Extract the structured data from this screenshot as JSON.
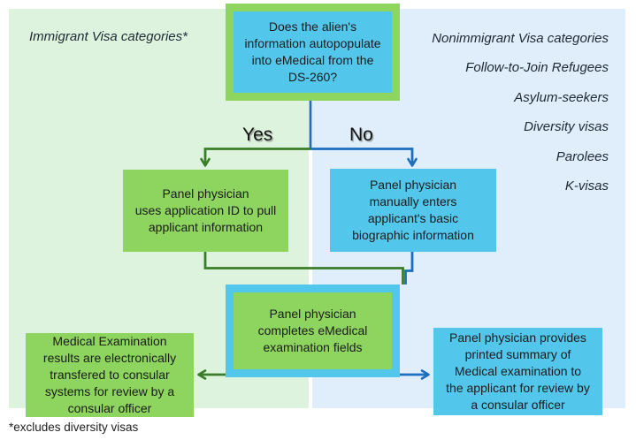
{
  "colors": {
    "panel_green_bg": "#DDF3DE",
    "panel_blue_bg": "#DFEEFA",
    "box_green": "#8DD55E",
    "box_blue": "#53C6EC",
    "line_green": "#3A7D28",
    "line_blue": "#1B6FBE",
    "text": "#1b1b1b"
  },
  "left_panel": {
    "label": "Immigrant Visa categories*"
  },
  "right_panel": {
    "items": [
      "Nonimmigrant Visa categories",
      "Follow-to-Join Refugees",
      "Asylum-seekers",
      "Diversity visas",
      "Parolees",
      "K-visas"
    ]
  },
  "flowchart": {
    "question_box": "Does the alien's\ninformation autopopulate\ninto eMedical from the\nDS-260?",
    "yes_label": "Yes",
    "no_label": "No",
    "yes_box": "Panel physician\nuses application ID to pull\napplicant information",
    "no_box": "Panel physician\nmanually enters\napplicant's  basic\nbiographic information",
    "merge_box": "Panel physician\ncompletes eMedical\nexamination fields",
    "electronic_result_box": "Medical Examination\nresults are electronically\ntransfered to consular\nsystems for review by a\nconsular officer",
    "printed_result_box": "Panel physician provides\nprinted summary of\nMedical examination to\nthe applicant for review by\na consular officer"
  },
  "footnote": "*excludes diversity visas"
}
